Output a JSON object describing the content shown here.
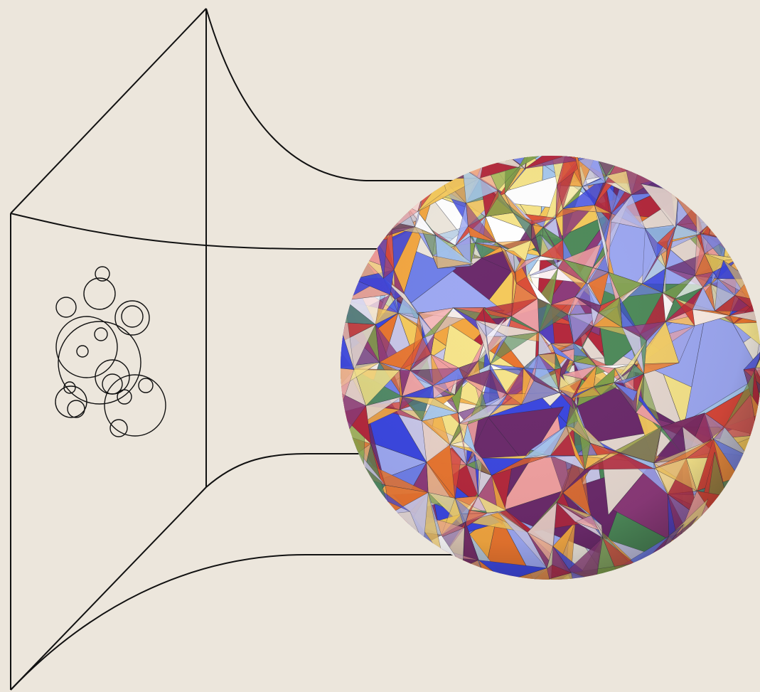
{
  "figure": {
    "background": "#ece6dc",
    "line_color": "#111111",
    "left_panel": {
      "subject": "circle-packing-pattern",
      "circle_count": 18
    },
    "right_object": {
      "subject": "faceted-polyhedral-sphere",
      "palette": [
        "#3a46e0",
        "#6f7fe8",
        "#9da8f2",
        "#c8c6e8",
        "#e6d8d0",
        "#b4283c",
        "#d8483a",
        "#e8752f",
        "#f2a640",
        "#f4c95c",
        "#f6e48a",
        "#8c3a7a",
        "#6b2a6b",
        "#4e8a5a",
        "#7fa04a",
        "#a7c8ee",
        "#f1a0a0",
        "#ffffff"
      ]
    }
  }
}
